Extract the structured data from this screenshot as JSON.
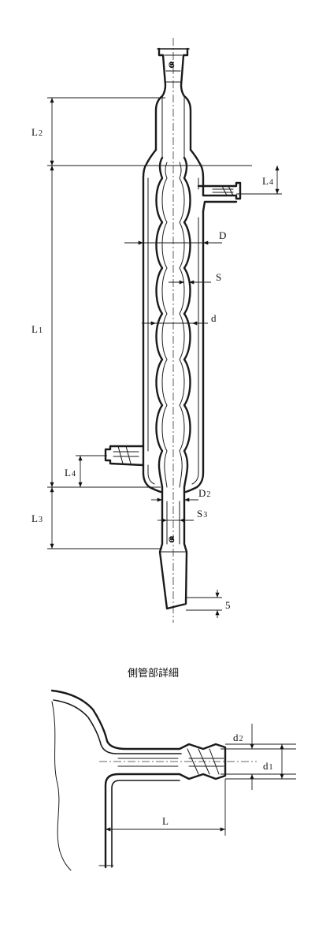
{
  "main_drawing": {
    "labels": {
      "L2": {
        "main": "L",
        "sub": "2"
      },
      "L4_top": {
        "main": "L",
        "sub": "4"
      },
      "L1": {
        "main": "L",
        "sub": "1"
      },
      "D": {
        "main": "D",
        "sub": ""
      },
      "S": {
        "main": "S",
        "sub": ""
      },
      "d": {
        "main": "d",
        "sub": ""
      },
      "L4_bottom": {
        "main": "L",
        "sub": "4"
      },
      "D2": {
        "main": "D",
        "sub": "2"
      },
      "S3": {
        "main": "S",
        "sub": "3"
      },
      "L3": {
        "main": "L",
        "sub": "3"
      },
      "five": {
        "main": "5",
        "sub": ""
      }
    },
    "joint_mark": "𝕾"
  },
  "detail": {
    "title": "側管部詳細",
    "labels": {
      "d2": {
        "main": "d",
        "sub": "2"
      },
      "d1": {
        "main": "d",
        "sub": "1"
      },
      "L": {
        "main": "L",
        "sub": ""
      }
    }
  }
}
